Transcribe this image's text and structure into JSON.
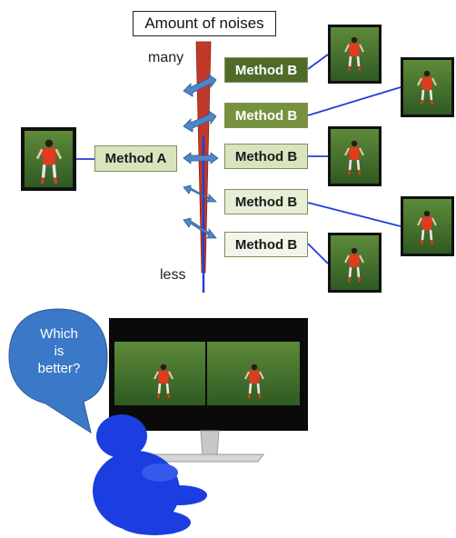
{
  "title": "Amount of noises",
  "scale": {
    "top_label": "many",
    "bottom_label": "less"
  },
  "method_a": "Method A",
  "method_b": [
    "Method B",
    "Method B",
    "Method B",
    "Method B",
    "Method B"
  ],
  "question_lines": [
    "Which",
    "is",
    "better?"
  ],
  "colors": {
    "noise_bar": "#c0392b",
    "method_b_fills": [
      "#4f6b2a",
      "#76923c",
      "#d7e4bd",
      "#e6eed5",
      "#f2f6ea"
    ],
    "method_b_text": [
      "#ffffff",
      "#ffffff",
      "#1a1a1a",
      "#1a1a1a",
      "#1a1a1a"
    ],
    "method_a_fill": "#d7e4bd",
    "link_blue": "#1f3fd6",
    "person": "#1c3ee0",
    "bubble": "#3c78c8"
  }
}
